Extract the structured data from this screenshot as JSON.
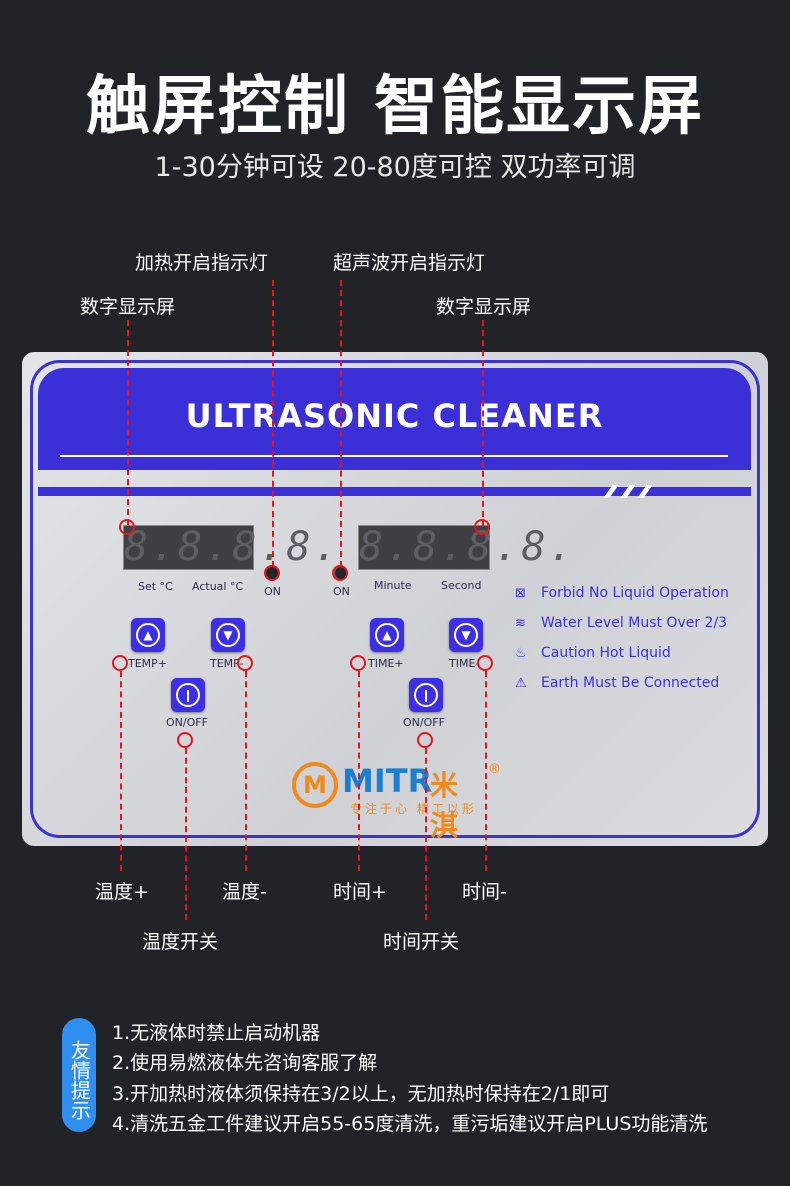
{
  "title": "触屏控制 智能显示屏",
  "subtitle": "1-30分钟可设 20-80度可控 双功率可调",
  "annotations": {
    "display_left": "数字显示屏",
    "heat_led": "加热开启指示灯",
    "ultra_led": "超声波开启指示灯",
    "display_right": "数字显示屏",
    "temp_plus": "温度+",
    "temp_minus": "温度-",
    "temp_switch": "温度开关",
    "time_plus": "时间+",
    "time_minus": "时间-",
    "time_switch": "时间开关"
  },
  "panel": {
    "header": "ULTRASONIC CLEANER",
    "display_left": "8.8.8.8.",
    "display_right": "8.8.8.8.",
    "set_c": "Set °C",
    "actual_c": "Actual °C",
    "on1": "ON",
    "on2": "ON",
    "minute": "Minute",
    "second": "Second",
    "temp_plus": "TEMP+",
    "temp_minus": "TEMP-",
    "onoff1": "ON/OFF",
    "time_plus": "TIME+",
    "time_minus": "TIME-",
    "onoff2": "ON/OFF",
    "warnings": [
      "Forbid No Liquid Operation",
      "Water Level Must Over 2/3",
      "Caution Hot Liquid",
      "Earth Must Be Connected"
    ],
    "logo": {
      "brand": "MITR",
      "cn": "米淇",
      "reg": "®",
      "slogan": "专注于心 精工以形"
    }
  },
  "tips": {
    "badge": "友情提示",
    "items": [
      "1.无液体时禁止启动机器",
      "2.使用易燃液体先咨询客服了解",
      "3.开加热时液体须保持在3/2以上，无加热时保持在2/1即可",
      "4.清洗五金工件建议开启55-65度清洗，重污垢建议开启PLUS功能清洗"
    ]
  },
  "colors": {
    "accent": "#3b30d8",
    "annotation": "#e8141c",
    "tips_badge": "#2e8ff0"
  }
}
